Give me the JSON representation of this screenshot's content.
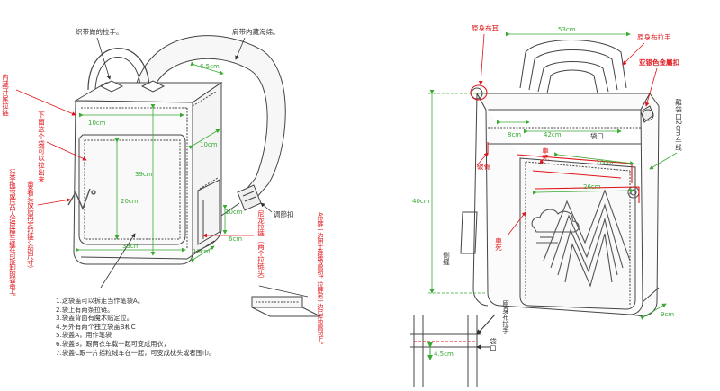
{
  "colors": {
    "outline": "#444444",
    "label_text": "#333333",
    "green_dimension": "#3aaa35",
    "red_callout": "#e0161b"
  },
  "left_bag": {
    "labels": {
      "strap_top": "织带做的拉手。",
      "strap_shoulder": "肩带内藏海绵。",
      "side_zip": "内藏开尾拉链",
      "pocket_pull": "下面这个袋可以拉出来",
      "pocket_note": "（要看头放后再定拉链头的尺寸）",
      "trolley_note": "行李拖带或压凸人造皮棒车缝在可拆卸的袋盖上。",
      "buckle": "调節扣",
      "nylon_zip": "尼龙拉链（两个拉链头）",
      "a_zip": "A拉链一边用于连接双肩包，拉链另一边已在双肩包上。"
    },
    "dims": {
      "shoulder_width": "6.5cm",
      "top_pocket": "10cm",
      "side_depth": "10cm",
      "height": "39cm",
      "front_pocket": "20cm",
      "side_lower_1": "10cm",
      "side_lower_2": "6cm",
      "bottom_depth": "10cm",
      "width": "33cm"
    },
    "notes": [
      "1.这袋盖可以拆走当作笔袋A。",
      "2.袋上有两条拉链。",
      "3.袋盖背面有魔术贴定位。",
      "4.另外有两个独立袋盖B和C",
      "5.袋盖A，用作笔袋",
      "6.袋盖B，跟两衣车载一起可变成用衣，",
      "7.袋盖C跟一片摇粒绒车在一起，可变成枕头或者围巾。"
    ]
  },
  "right_bag": {
    "labels": {
      "fabric_tab": "原身布耳",
      "fabric_handle": "原身布拉手",
      "metal_ring": "亚银色金屬扣",
      "zip_side": "離袋口2cm车线",
      "pocket_mouth": "袋口",
      "piping": "破骨",
      "seam_top": "車死",
      "seam_mid": "車死",
      "side_gusset": "侧缝",
      "detail_handle": "原身布拉手",
      "detail_mouth": "袋口"
    },
    "dims": {
      "handle_span": "53cm",
      "top_margin": "8cm",
      "opening": "42cm",
      "pocket_top": "20cm",
      "height": "40cm",
      "pocket_wide": "26cm",
      "depth": "9cm",
      "detail_height": "4.5cm"
    }
  }
}
